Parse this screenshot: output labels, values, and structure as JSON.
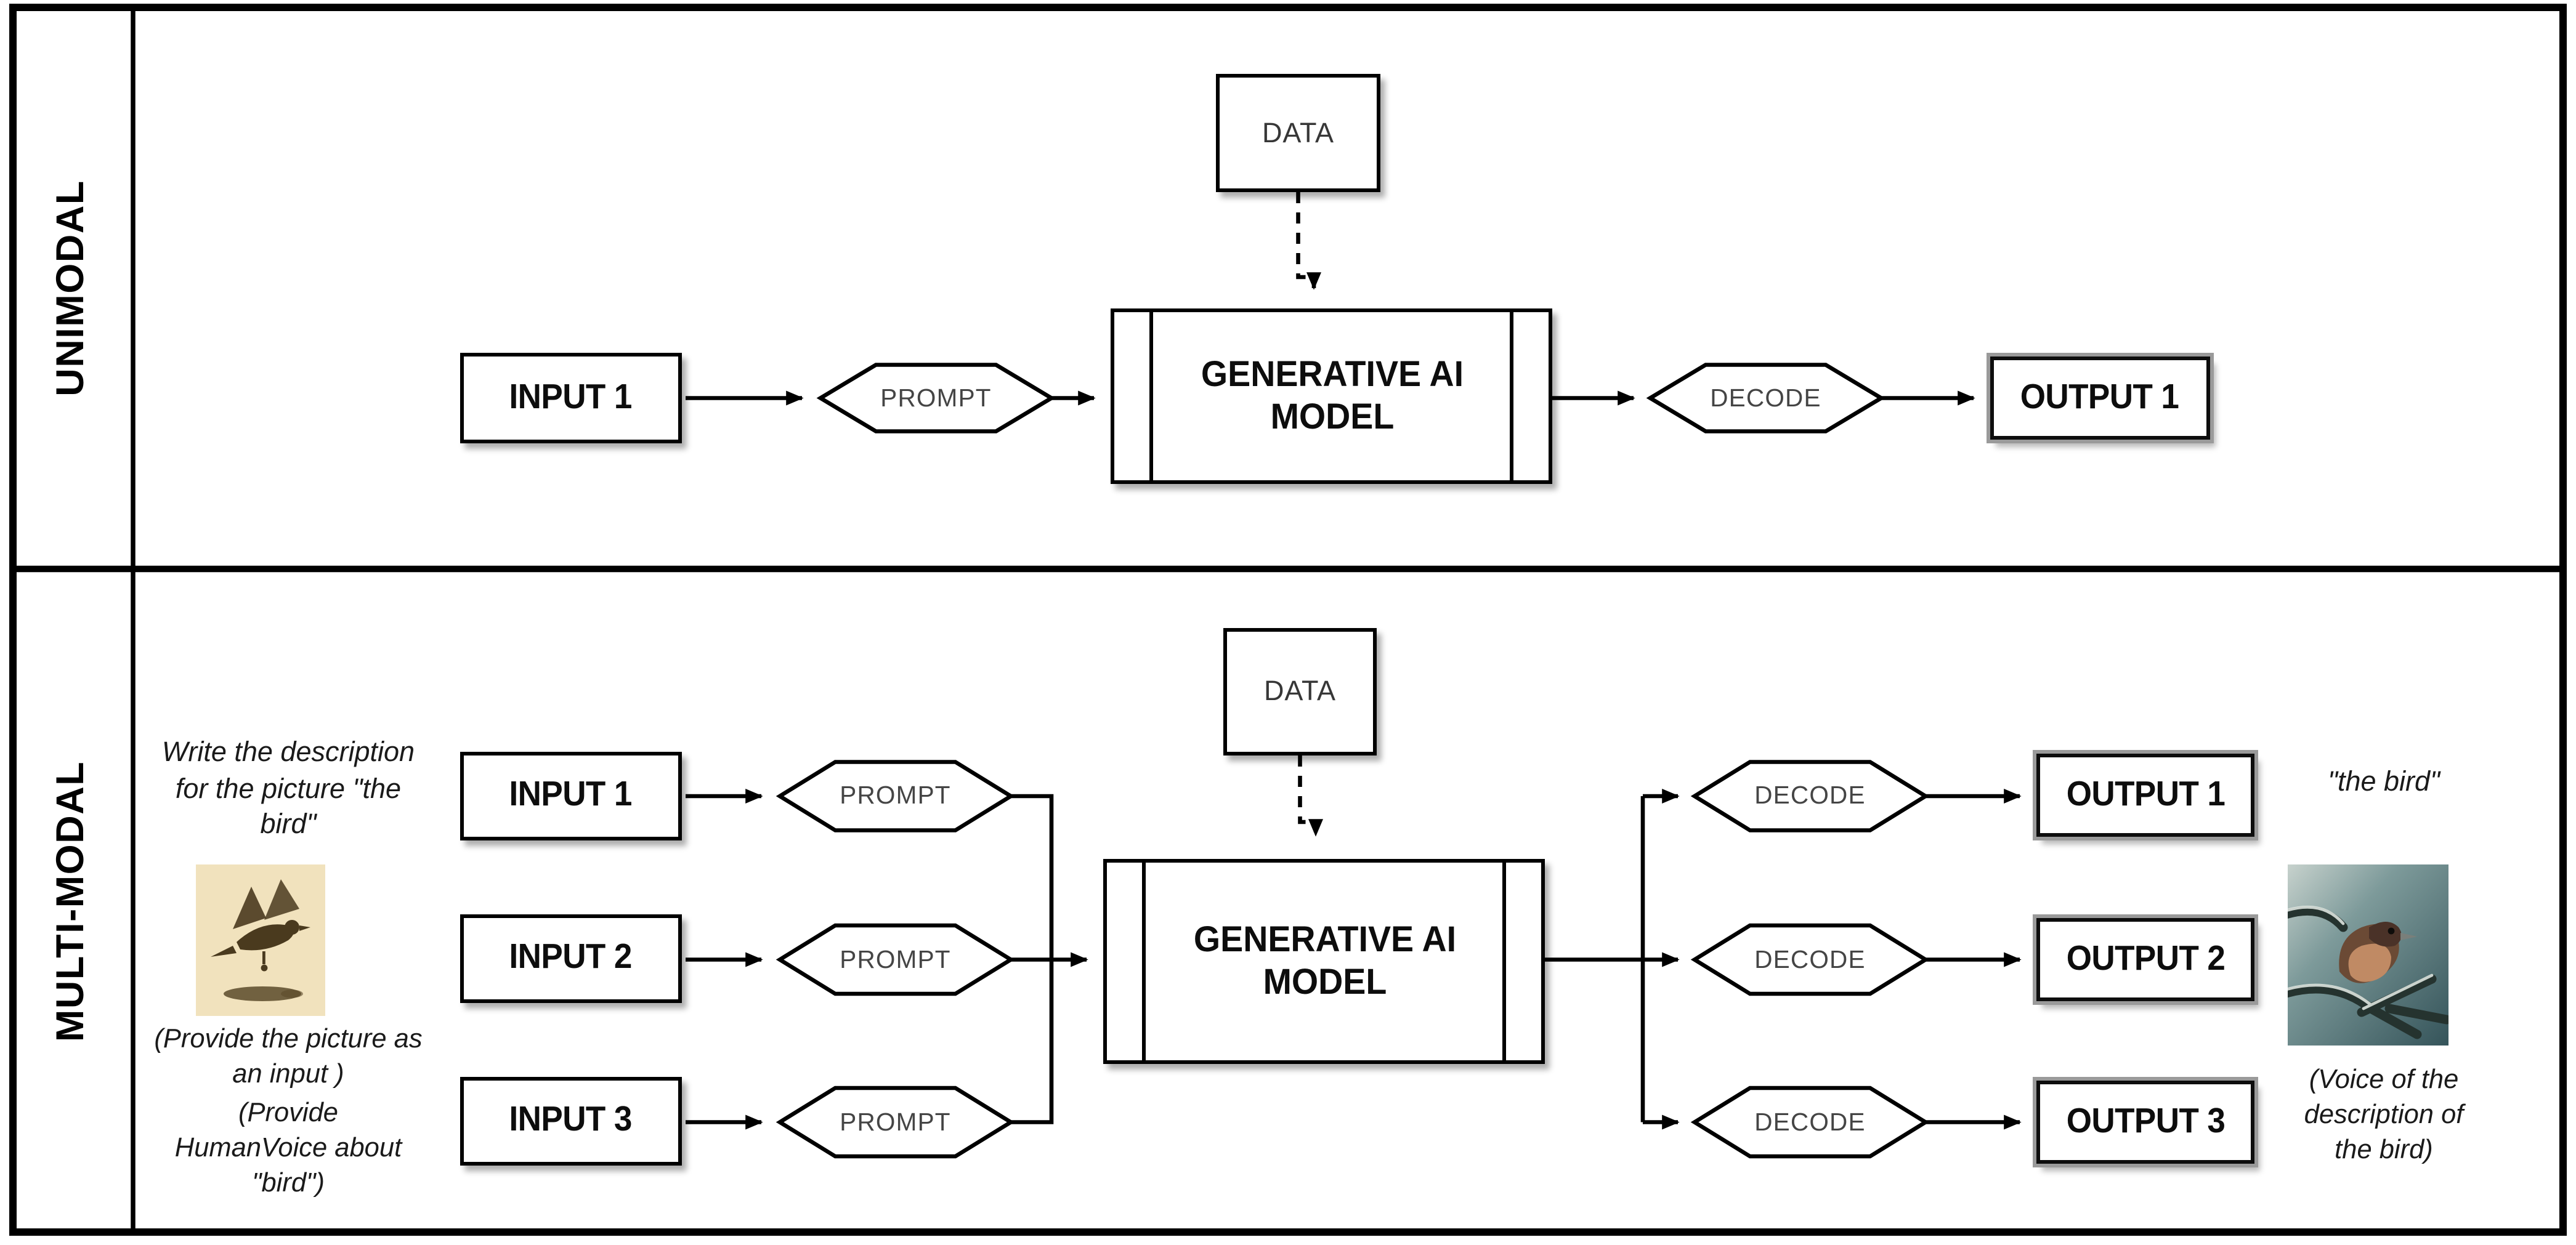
{
  "colors": {
    "line": "#000000",
    "box_fill": "#ffffff",
    "hex_label_gray": "#454545",
    "output_frame_gray": "#9a9a9a",
    "sketch_background": "#f1e2bd",
    "sketch_bird_brown": "#4a3a1e",
    "photo_teal": "#44666b",
    "photo_bird_rust": "#b97a52"
  },
  "unimodal": {
    "row_label": "UNIMODAL",
    "data_label": "DATA",
    "input_label": "INPUT 1",
    "prompt_label": "PROMPT",
    "model_label": "GENERATIVE AI MODEL",
    "decode_label": "DECODE",
    "output_label": "OUTPUT 1"
  },
  "multimodal": {
    "row_label": "MULTI-MODAL",
    "data_label": "DATA",
    "model_label": "GENERATIVE AI MODEL",
    "inputs": [
      "INPUT 1",
      "INPUT 2",
      "INPUT 3"
    ],
    "prompts": [
      "PROMPT",
      "PROMPT",
      "PROMPT"
    ],
    "decodes": [
      "DECODE",
      "DECODE",
      "DECODE"
    ],
    "outputs": [
      "OUTPUT 1",
      "OUTPUT 2",
      "OUTPUT 3"
    ],
    "annotations": {
      "write_description": "Write the description for the picture \"the bird\"",
      "provide_picture": "(Provide the picture as an input )",
      "provide_voice": "(Provide HumanVoice about \"bird\")",
      "output_text": "\"the bird\"",
      "voice_output": "(Voice of the description of the bird)"
    },
    "images": {
      "input_sketch": "vintage-bird-sketch",
      "output_photo": "bird-photo"
    }
  }
}
